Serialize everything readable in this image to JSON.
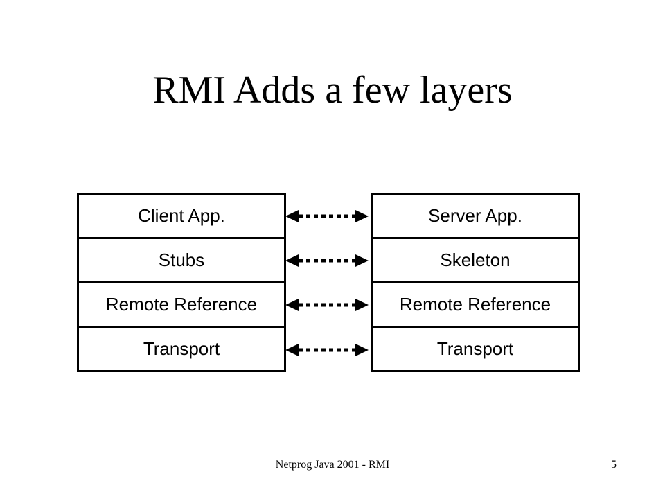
{
  "title": "RMI Adds a few layers",
  "client_stack": {
    "layers": [
      "Client App.",
      "Stubs",
      "Remote Reference",
      "Transport"
    ]
  },
  "server_stack": {
    "layers": [
      "Server App.",
      "Skeleton",
      "Remote Reference",
      "Transport"
    ]
  },
  "footer": {
    "text": "Netprog Java 2001 - RMI",
    "page_number": "5"
  }
}
